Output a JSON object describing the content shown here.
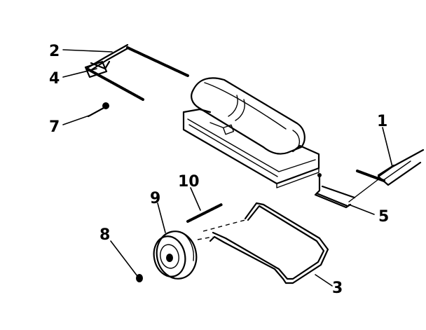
{
  "labels": {
    "part_1": "1",
    "part_2": "2",
    "part_3": "3",
    "part_4": "4",
    "part_5": "5",
    "part_7": "7",
    "part_8": "8",
    "part_9": "9",
    "part_10": "10"
  },
  "colors": {
    "ink": "#000000",
    "paper": "#ffffff"
  }
}
